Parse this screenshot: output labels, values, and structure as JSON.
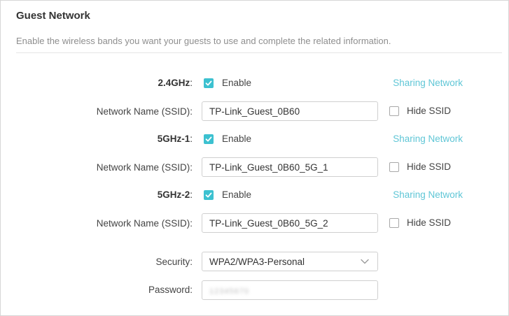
{
  "section": {
    "title": "Guest Network",
    "description": "Enable the wireless bands you want your guests to use and complete the related information."
  },
  "bands": [
    {
      "band_label": "2.4GHz",
      "enable_label": "Enable",
      "enabled": true,
      "sharing_label": "Sharing Network",
      "ssid_label": "Network Name (SSID):",
      "ssid_value": "TP-Link_Guest_0B60",
      "hide_label": "Hide SSID",
      "hidden": false
    },
    {
      "band_label": "5GHz-1",
      "enable_label": "Enable",
      "enabled": true,
      "sharing_label": "Sharing Network",
      "ssid_label": "Network Name (SSID):",
      "ssid_value": "TP-Link_Guest_0B60_5G_1",
      "hide_label": "Hide SSID",
      "hidden": false
    },
    {
      "band_label": "5GHz-2",
      "enable_label": "Enable",
      "enabled": true,
      "sharing_label": "Sharing Network",
      "ssid_label": "Network Name (SSID):",
      "ssid_value": "TP-Link_Guest_0B60_5G_2",
      "hide_label": "Hide SSID",
      "hidden": false
    }
  ],
  "colon": ":",
  "security": {
    "label": "Security:",
    "value": "WPA2/WPA3-Personal"
  },
  "password": {
    "label": "Password:",
    "value": "12345670"
  },
  "colors": {
    "accent": "#3cc1d0",
    "link": "#5fc6d6"
  },
  "icons": {
    "checkbox_checked": "check-icon",
    "dropdown": "chevron-down-icon"
  }
}
